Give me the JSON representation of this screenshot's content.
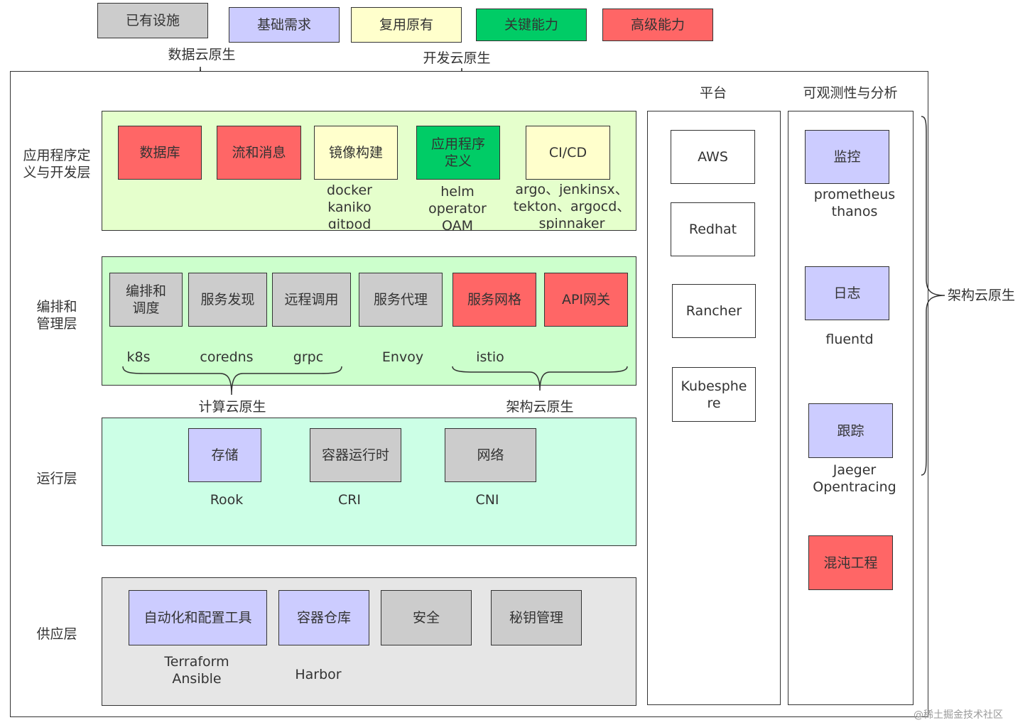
{
  "legend": [
    {
      "label": "已有设施",
      "color": "#cccccc"
    },
    {
      "label": "基础需求",
      "color": "#ccccff"
    },
    {
      "label": "复用原有",
      "color": "#ffffcc"
    },
    {
      "label": "关键能力",
      "color": "#00cc66"
    },
    {
      "label": "高级能力",
      "color": "#ff6666"
    }
  ],
  "braces": {
    "data_cloud_native": "数据云原生",
    "dev_cloud_native": "开发云原生",
    "compute_cloud_native": "计算云原生",
    "arch_cloud_native_mid": "架构云原生",
    "arch_cloud_native_right": "架构云原生"
  },
  "columns": {
    "platform": "平台",
    "observability": "可观测性与分析"
  },
  "layers": {
    "app": {
      "label": "应用程序定\n义与开发层",
      "boxes": [
        {
          "label": "数据库",
          "color": "red",
          "sub": ""
        },
        {
          "label": "流和消息",
          "color": "red",
          "sub": ""
        },
        {
          "label": "镜像构建",
          "color": "yellow",
          "sub": "docker\nkaniko\ngitpod"
        },
        {
          "label": "应用程序\n定义",
          "color": "green",
          "sub": "helm\noperator\nOAM"
        },
        {
          "label": "CI/CD",
          "color": "yellow",
          "sub": "argo、jenkinsx、\ntekton、argocd、\nspinnaker"
        }
      ]
    },
    "orchestration": {
      "label": "编排和\n管理层",
      "boxes": [
        {
          "label": "编排和\n调度",
          "color": "gray",
          "sub": "k8s"
        },
        {
          "label": "服务发现",
          "color": "gray",
          "sub": "coredns"
        },
        {
          "label": "远程调用",
          "color": "gray",
          "sub": "grpc"
        },
        {
          "label": "服务代理",
          "color": "gray",
          "sub": "Envoy"
        },
        {
          "label": "服务网格",
          "color": "red",
          "sub": "istio"
        },
        {
          "label": "API网关",
          "color": "red",
          "sub": ""
        }
      ]
    },
    "runtime": {
      "label": "运行层",
      "boxes": [
        {
          "label": "存储",
          "color": "blue",
          "sub": "Rook"
        },
        {
          "label": "容器运行时",
          "color": "gray",
          "sub": "CRI"
        },
        {
          "label": "网络",
          "color": "gray",
          "sub": "CNI"
        }
      ]
    },
    "provisioning": {
      "label": "供应层",
      "boxes": [
        {
          "label": "自动化和配置工具",
          "color": "blue",
          "sub": "Terraform\nAnsible"
        },
        {
          "label": "容器仓库",
          "color": "blue",
          "sub": "Harbor"
        },
        {
          "label": "安全",
          "color": "gray",
          "sub": ""
        },
        {
          "label": "秘钥管理",
          "color": "gray",
          "sub": ""
        }
      ]
    }
  },
  "platform_items": [
    "AWS",
    "Redhat",
    "Rancher",
    "Kubesphe\nre"
  ],
  "observability_items": [
    {
      "label": "监控",
      "color": "blue",
      "sub": "prometheus\nthanos"
    },
    {
      "label": "日志",
      "color": "blue",
      "sub": "fluentd"
    },
    {
      "label": "跟踪",
      "color": "blue",
      "sub": "Jaeger\nOpentracing"
    },
    {
      "label": "混沌工程",
      "color": "red",
      "sub": ""
    }
  ],
  "watermark": "@稀土掘金技术社区"
}
